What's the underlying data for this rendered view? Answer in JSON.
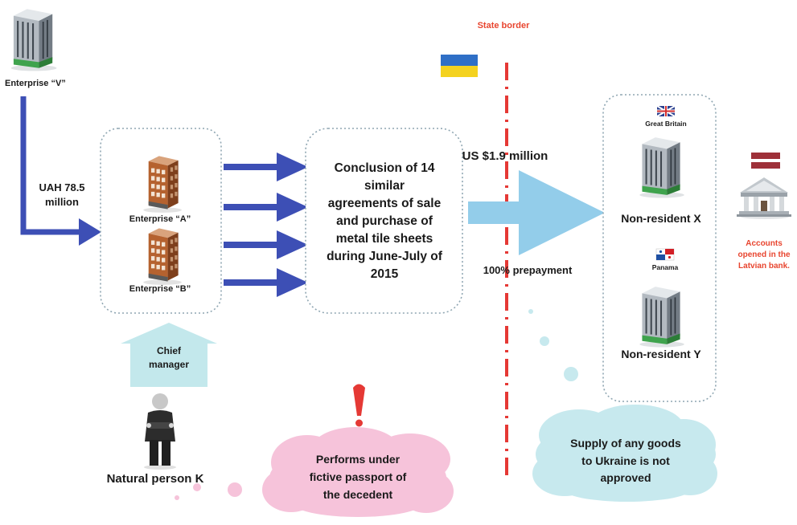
{
  "enterprise_v": {
    "label": "Enterprise “V”"
  },
  "transfer_uah": {
    "lines": [
      "UAH 78.5",
      "million"
    ]
  },
  "enterprise_a": {
    "label": "Enterprise “A”"
  },
  "enterprise_b": {
    "label": "Enterprise “B”"
  },
  "agreements": {
    "lines": [
      "Conclusion of 14",
      "similar",
      "agreements of sale",
      "and purchase of",
      "metal tile sheets",
      "during June-July of",
      "2015"
    ]
  },
  "payment": {
    "amount": "US $1.9 million",
    "terms": "100% prepayment"
  },
  "border": {
    "label": "State border"
  },
  "non_residents": {
    "x": {
      "country": "Great Britain",
      "label": "Non-resident X"
    },
    "y": {
      "country": "Panama",
      "label": "Non-resident Y"
    }
  },
  "bank": {
    "lines": [
      "Accounts",
      "opened in the",
      "Latvian bank."
    ]
  },
  "chief_manager": {
    "lines": [
      "Chief",
      "manager"
    ]
  },
  "person": {
    "label": "Natural person K"
  },
  "warning_note": {
    "lines": [
      "Performs under",
      "fictive passport of",
      "the decedent"
    ]
  },
  "supply_note": {
    "lines": [
      "Supply of any goods",
      "to Ukraine is not",
      "approved"
    ]
  },
  "colors": {
    "flow_arrow": "#3d4fb5",
    "payment_arrow": "#93cdea",
    "chief_arrow": "#c3e8ec",
    "border_line": "#e53935",
    "warning_cloud": "#f6c3da",
    "supply_cloud": "#c7e9ee"
  }
}
